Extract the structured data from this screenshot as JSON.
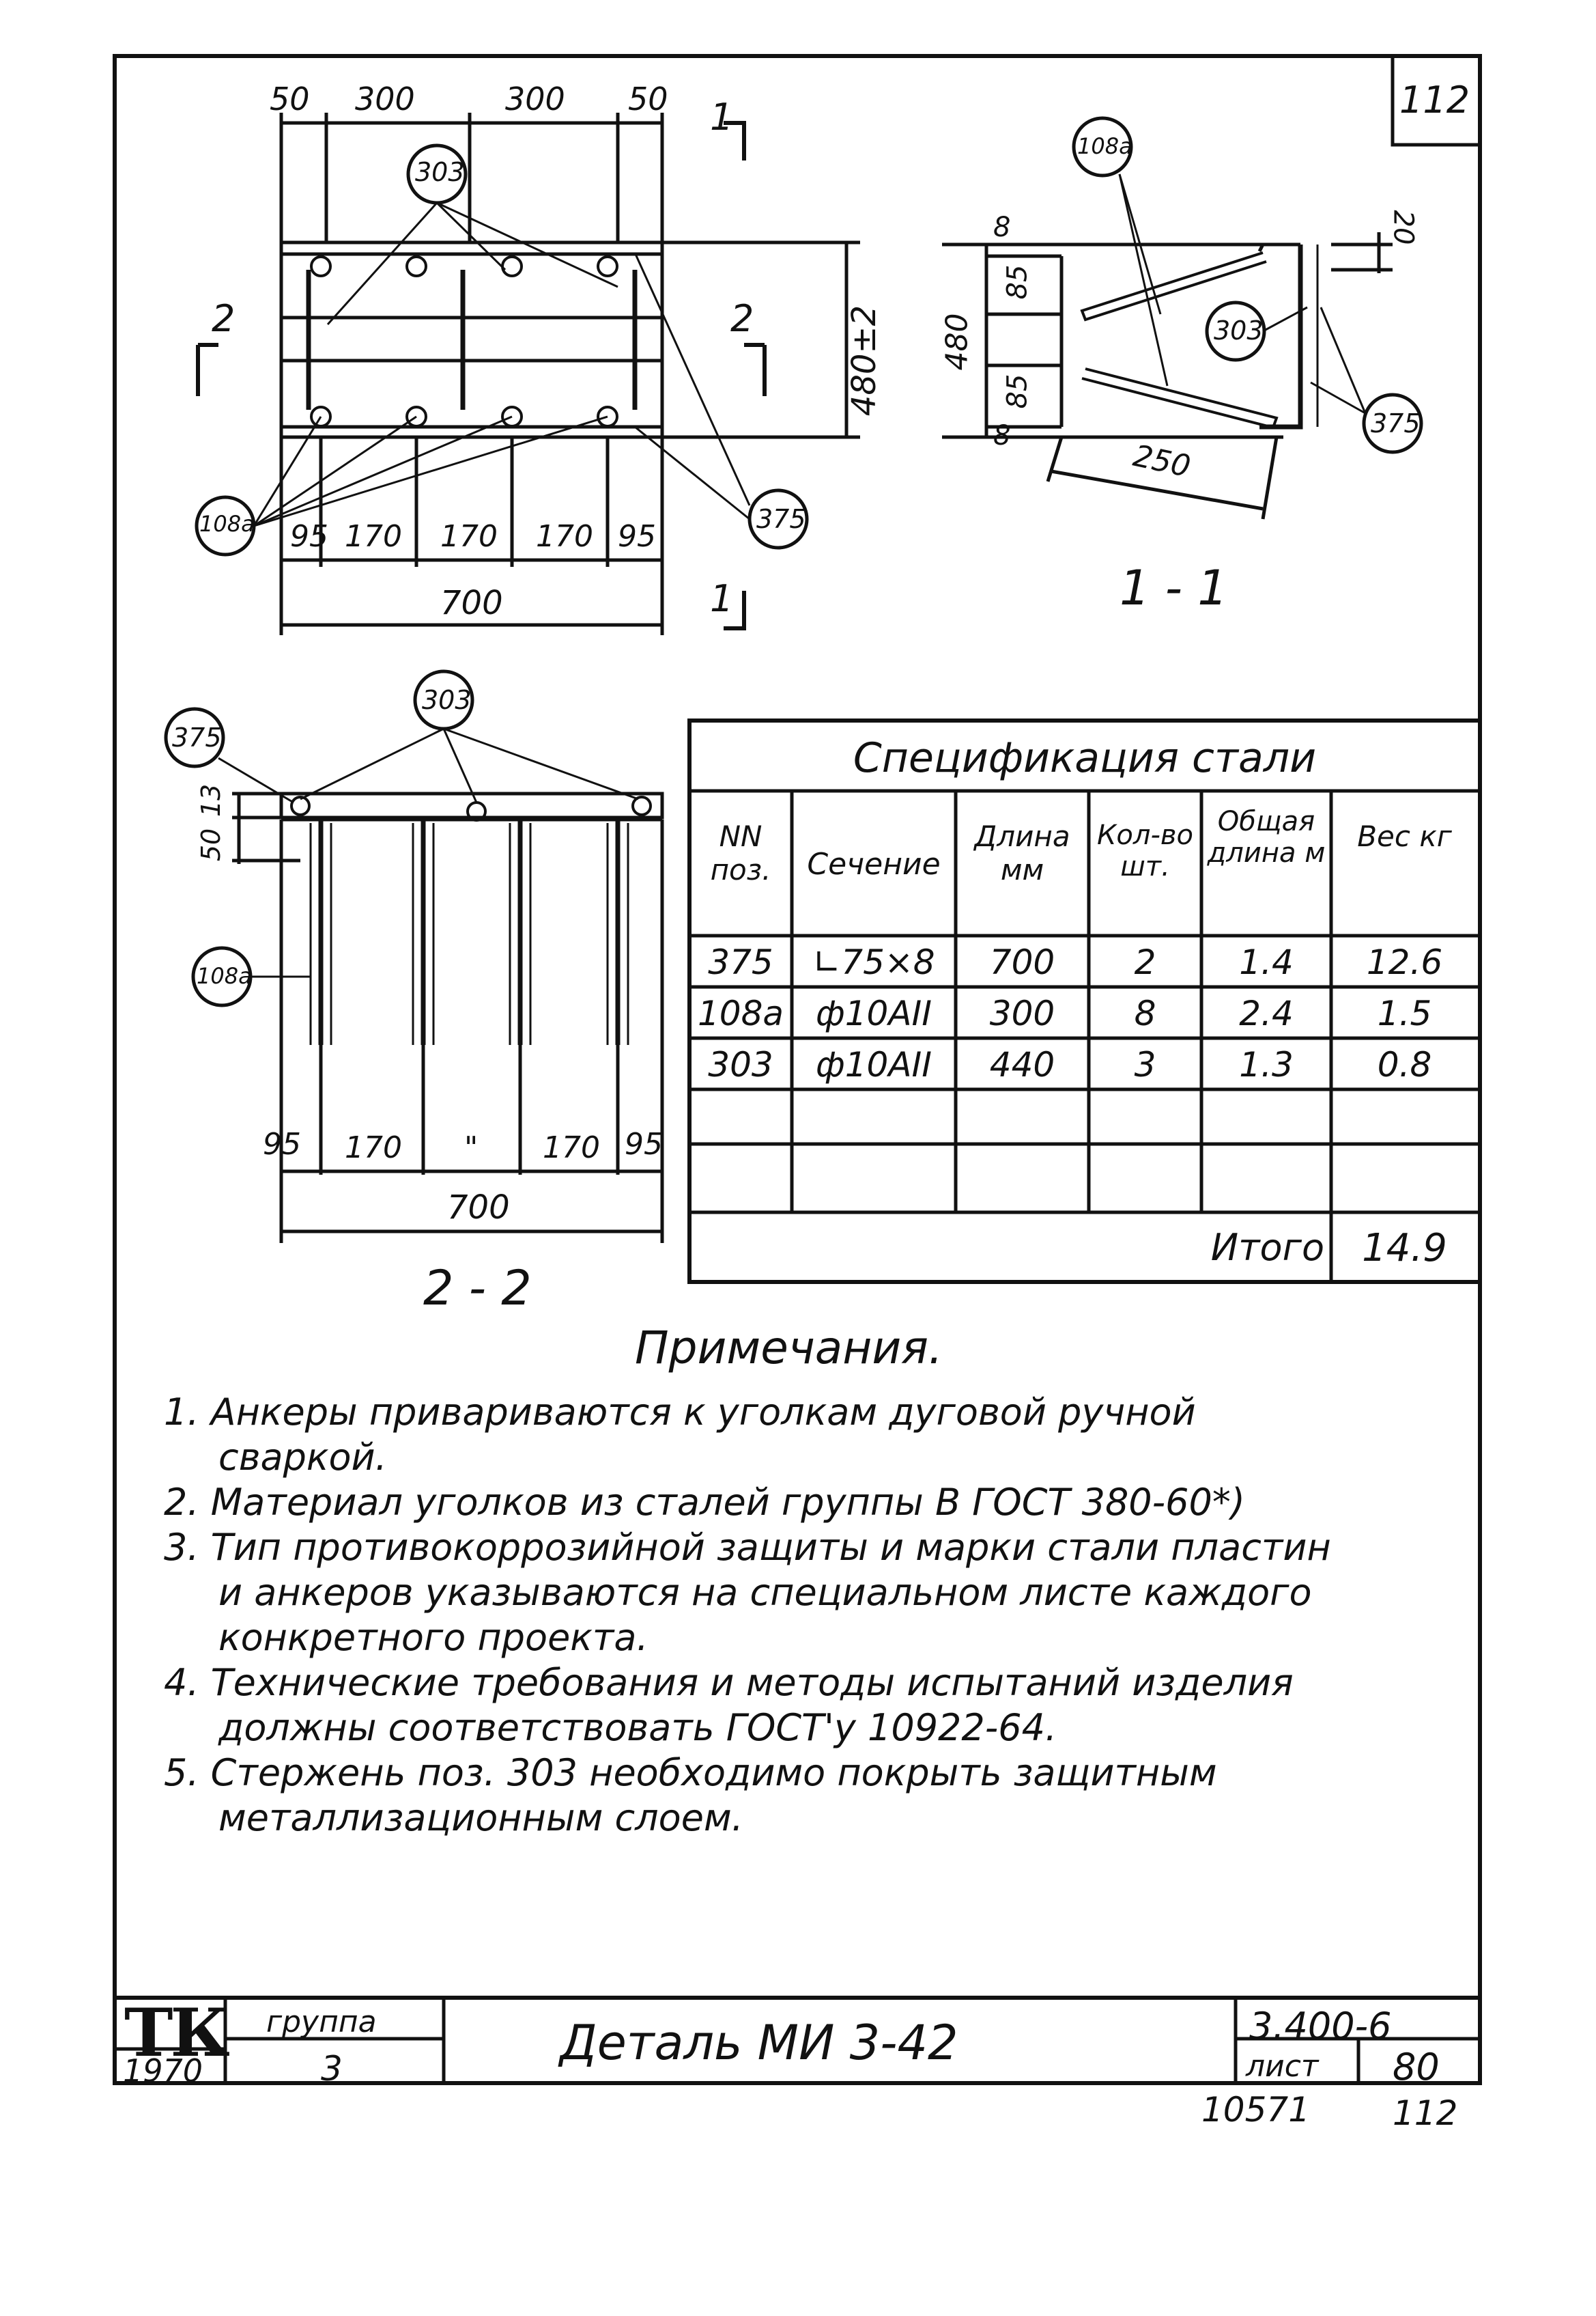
{
  "sheet": {
    "corner_number": "112",
    "bottom_stamp_left": "10571",
    "bottom_stamp_right": "112"
  },
  "plan_view": {
    "top_dims": [
      "50",
      "300",
      "300",
      "50"
    ],
    "bottom_dims": [
      "95",
      "170",
      "170",
      "170",
      "95"
    ],
    "overall_width": "700",
    "height_dim": "480±2",
    "section_mark_1": "1",
    "section_mark_2": "2",
    "callouts": [
      "303",
      "108а",
      "375"
    ]
  },
  "section_1_1": {
    "title": "1 - 1",
    "dims": [
      "8",
      "85",
      "480",
      "85",
      "8",
      "20",
      "250"
    ],
    "callouts": [
      "108а",
      "303",
      "375"
    ]
  },
  "section_2_2": {
    "title": "2 - 2",
    "dims_left": [
      "13",
      "50"
    ],
    "bottom_dims": [
      "95",
      "170",
      "\"",
      "170",
      "95"
    ],
    "overall_width": "700",
    "callouts": [
      "375",
      "303",
      "108а"
    ]
  },
  "spec_table": {
    "title": "Спецификация стали",
    "headers": [
      "NN поз.",
      "Сечение",
      "Длина мм",
      "Кол-во шт.",
      "Общая длина м",
      "Вес кг"
    ],
    "rows": [
      [
        "375",
        "∟75×8",
        "700",
        "2",
        "1.4",
        "12.6"
      ],
      [
        "108а",
        "ф10АII",
        "300",
        "8",
        "2.4",
        "1.5"
      ],
      [
        "303",
        "ф10АII",
        "440",
        "3",
        "1.3",
        "0.8"
      ]
    ],
    "total_label": "Итого",
    "total_value": "14.9"
  },
  "notes": {
    "title": "Примечания.",
    "lines": [
      "1. Анкеры привариваются к уголкам дуговой ручной",
      "сваркой.",
      "2. Материал уголков из сталей группы В ГОСТ 380-60*)",
      "3. Тип противокоррозийной защиты и марки стали пластин",
      "и анкеров указываются на специальном листе каждого",
      "конкретного проекта.",
      "4. Технические требования и методы испытаний изделия",
      "должны соответствовать ГОСТ'у 10922-64.",
      "5. Стержень поз. 303 необходимо покрыть защитным",
      "металлизационным слоем."
    ]
  },
  "title_block": {
    "logo": "ТК",
    "year": "1970",
    "group_label": "группа",
    "group_value": "3",
    "title": "Деталь МИ 3-42",
    "series": "3.400-6",
    "sheet_label": "лист",
    "sheet_value": "80"
  }
}
